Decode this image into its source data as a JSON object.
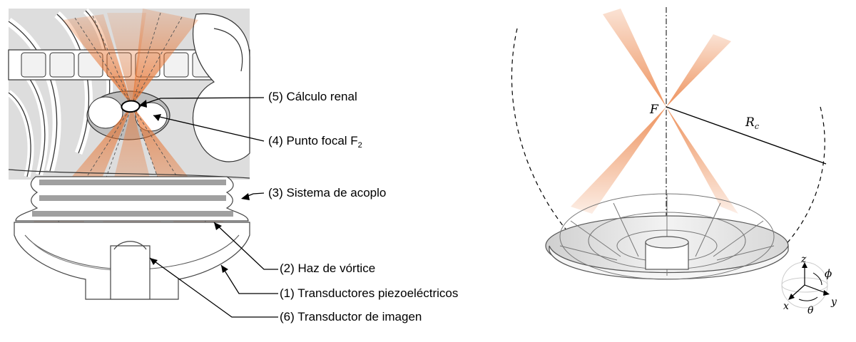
{
  "labels": {
    "kidney_stone": "(5) Cálculo renal",
    "focal_point": "(4) Punto focal F",
    "focal_point_sub": "2",
    "coupling": "(3) Sistema de acoplo",
    "vortex_beam": "(2) Haz de vórtice",
    "transducers": "(1) Transductores piezoeléctricos",
    "imaging": "(6) Transductor de imagen"
  },
  "geometry_labels": {
    "focus": "F",
    "radius": "R",
    "radius_sub": "c",
    "axis_z": "z",
    "axis_x": "x",
    "axis_y": "y",
    "angle_theta": "θ",
    "angle_phi": "ϕ"
  },
  "colors": {
    "beam": "#e8702a",
    "anatomy_fill": "#dddddd",
    "outline": "#333333",
    "bowl": "#e4e4e4"
  }
}
